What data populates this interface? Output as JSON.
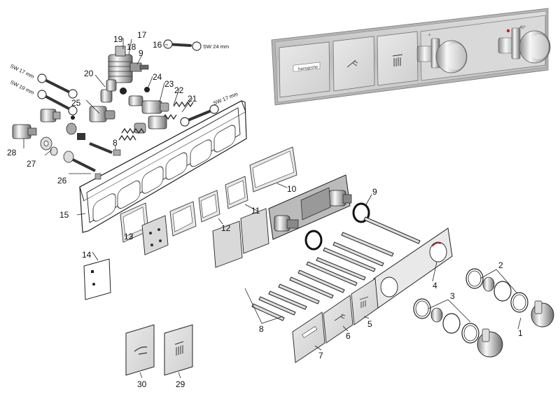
{
  "product_photo": {
    "brand_label": "hansgrohe",
    "temperature_mark": "40°"
  },
  "wrench_sizes": {
    "sw24": "SW 24 mm",
    "sw17_left": "SW 17 mm",
    "sw19": "SW 19 mm",
    "sw17_right": "SW 17 mm"
  },
  "part_numbers": {
    "p1": "1",
    "p2": "2",
    "p3": "3",
    "p4": "4",
    "p5": "5",
    "p6": "6",
    "p7": "7",
    "p8a": "8",
    "p8b": "8",
    "p9a": "9",
    "p9b": "9",
    "p10": "10",
    "p11": "11",
    "p12": "12",
    "p13": "13",
    "p14": "14",
    "p15": "15",
    "p16": "16",
    "p17": "17",
    "p18": "18",
    "p19": "19",
    "p20": "20",
    "p21": "21",
    "p22": "22",
    "p23": "23",
    "p24": "24",
    "p25": "25",
    "p26": "26",
    "p27": "27",
    "p28": "28",
    "p29": "29",
    "p30": "30"
  },
  "colors": {
    "chrome_light": "#f2f2f2",
    "chrome_dark": "#9a9a9a",
    "accent_red": "#d01818",
    "line": "#222222"
  }
}
